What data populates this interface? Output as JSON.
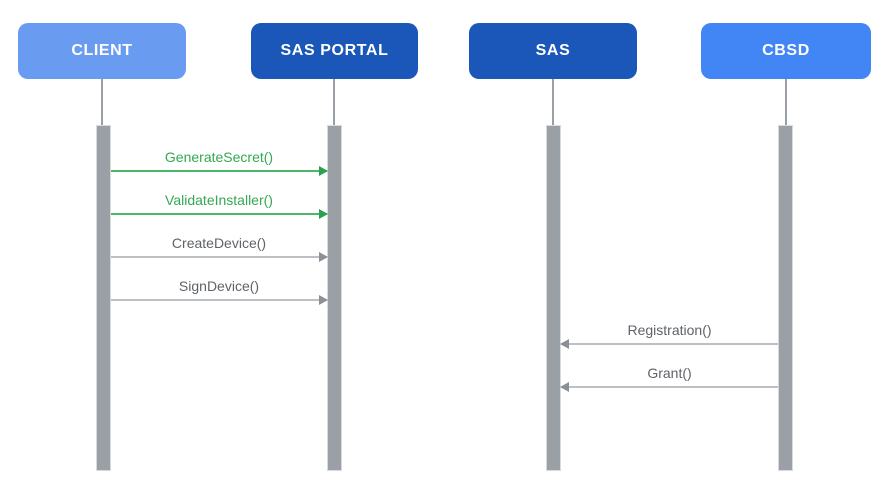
{
  "diagram": {
    "type": "sequence",
    "background": "#FFFFFF",
    "actors": [
      {
        "id": "client",
        "label": "CLIENT",
        "color": "#699CF1"
      },
      {
        "id": "sas-portal",
        "label": "SAS PORTAL",
        "color": "#1A57B8"
      },
      {
        "id": "sas",
        "label": "SAS",
        "color": "#1A57B8"
      },
      {
        "id": "cbsd",
        "label": "CBSD",
        "color": "#4285F4"
      }
    ],
    "lifeline_color": "#9AA0A6",
    "activation_bar": {
      "fill": "#9AA0A6",
      "border": "#D8DBDE"
    },
    "messages": [
      {
        "label": "GenerateSecret()",
        "from": "CLIENT",
        "to": "SAS PORTAL",
        "direction": "right",
        "text_color": "#34A853",
        "line_color": "#4CB66B",
        "head_color": "#2E9E51"
      },
      {
        "label": "ValidateInstaller()",
        "from": "CLIENT",
        "to": "SAS PORTAL",
        "direction": "right",
        "text_color": "#34A853",
        "line_color": "#4CB66B",
        "head_color": "#2E9E51"
      },
      {
        "label": "CreateDevice()",
        "from": "CLIENT",
        "to": "SAS PORTAL",
        "direction": "right",
        "text_color": "#5F6368",
        "line_color": "#BDC1C6",
        "head_color": "#8A9096"
      },
      {
        "label": "SignDevice()",
        "from": "CLIENT",
        "to": "SAS PORTAL",
        "direction": "right",
        "text_color": "#5F6368",
        "line_color": "#BDC1C6",
        "head_color": "#8A9096"
      },
      {
        "label": "Registration()",
        "from": "CBSD",
        "to": "SAS",
        "direction": "left",
        "text_color": "#5F6368",
        "line_color": "#BDC1C6",
        "head_color": "#8A9096"
      },
      {
        "label": "Grant()",
        "from": "CBSD",
        "to": "SAS",
        "direction": "left",
        "text_color": "#5F6368",
        "line_color": "#BDC1C6",
        "head_color": "#8A9096"
      }
    ]
  }
}
